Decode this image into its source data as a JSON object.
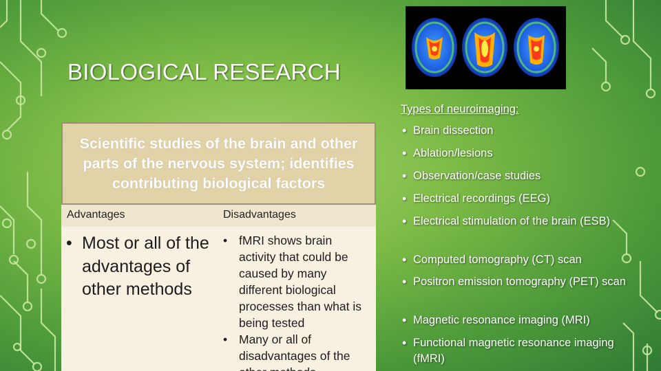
{
  "slide": {
    "title": "BIOLOGICAL RESEARCH"
  },
  "table": {
    "definition": "Scientific studies of the brain and other parts of the nervous system; identifies contributing biological factors",
    "advantages_header": "Advantages",
    "disadvantages_header": "Disadvantages",
    "advantages": [
      "Most or all of the advantages of other methods"
    ],
    "disadvantages": [
      "fMRI shows brain activity that could be caused by many different biological processes than what is being tested",
      "Many or all of disadvantages of the other methods"
    ]
  },
  "neuroimaging": {
    "heading": "Types of neuroimaging:",
    "items": [
      "Brain dissection",
      "Ablation/lesions",
      "Observation/case studies",
      "Electrical recordings (EEG)",
      "Electrical stimulation of the brain (ESB)",
      "Computed tomography (CT) scan",
      "Positron emission tomography (PET) scan",
      "Magnetic resonance imaging (MRI)",
      "Functional magnetic resonance imaging (fMRI)"
    ]
  },
  "colors": {
    "background": "#7dbb46",
    "circuit": "#c4e49a",
    "table_header": "#e2d2a8",
    "table_body": "#f8f1e2"
  },
  "icons": {
    "brain_scan": "brain-scan-image"
  }
}
